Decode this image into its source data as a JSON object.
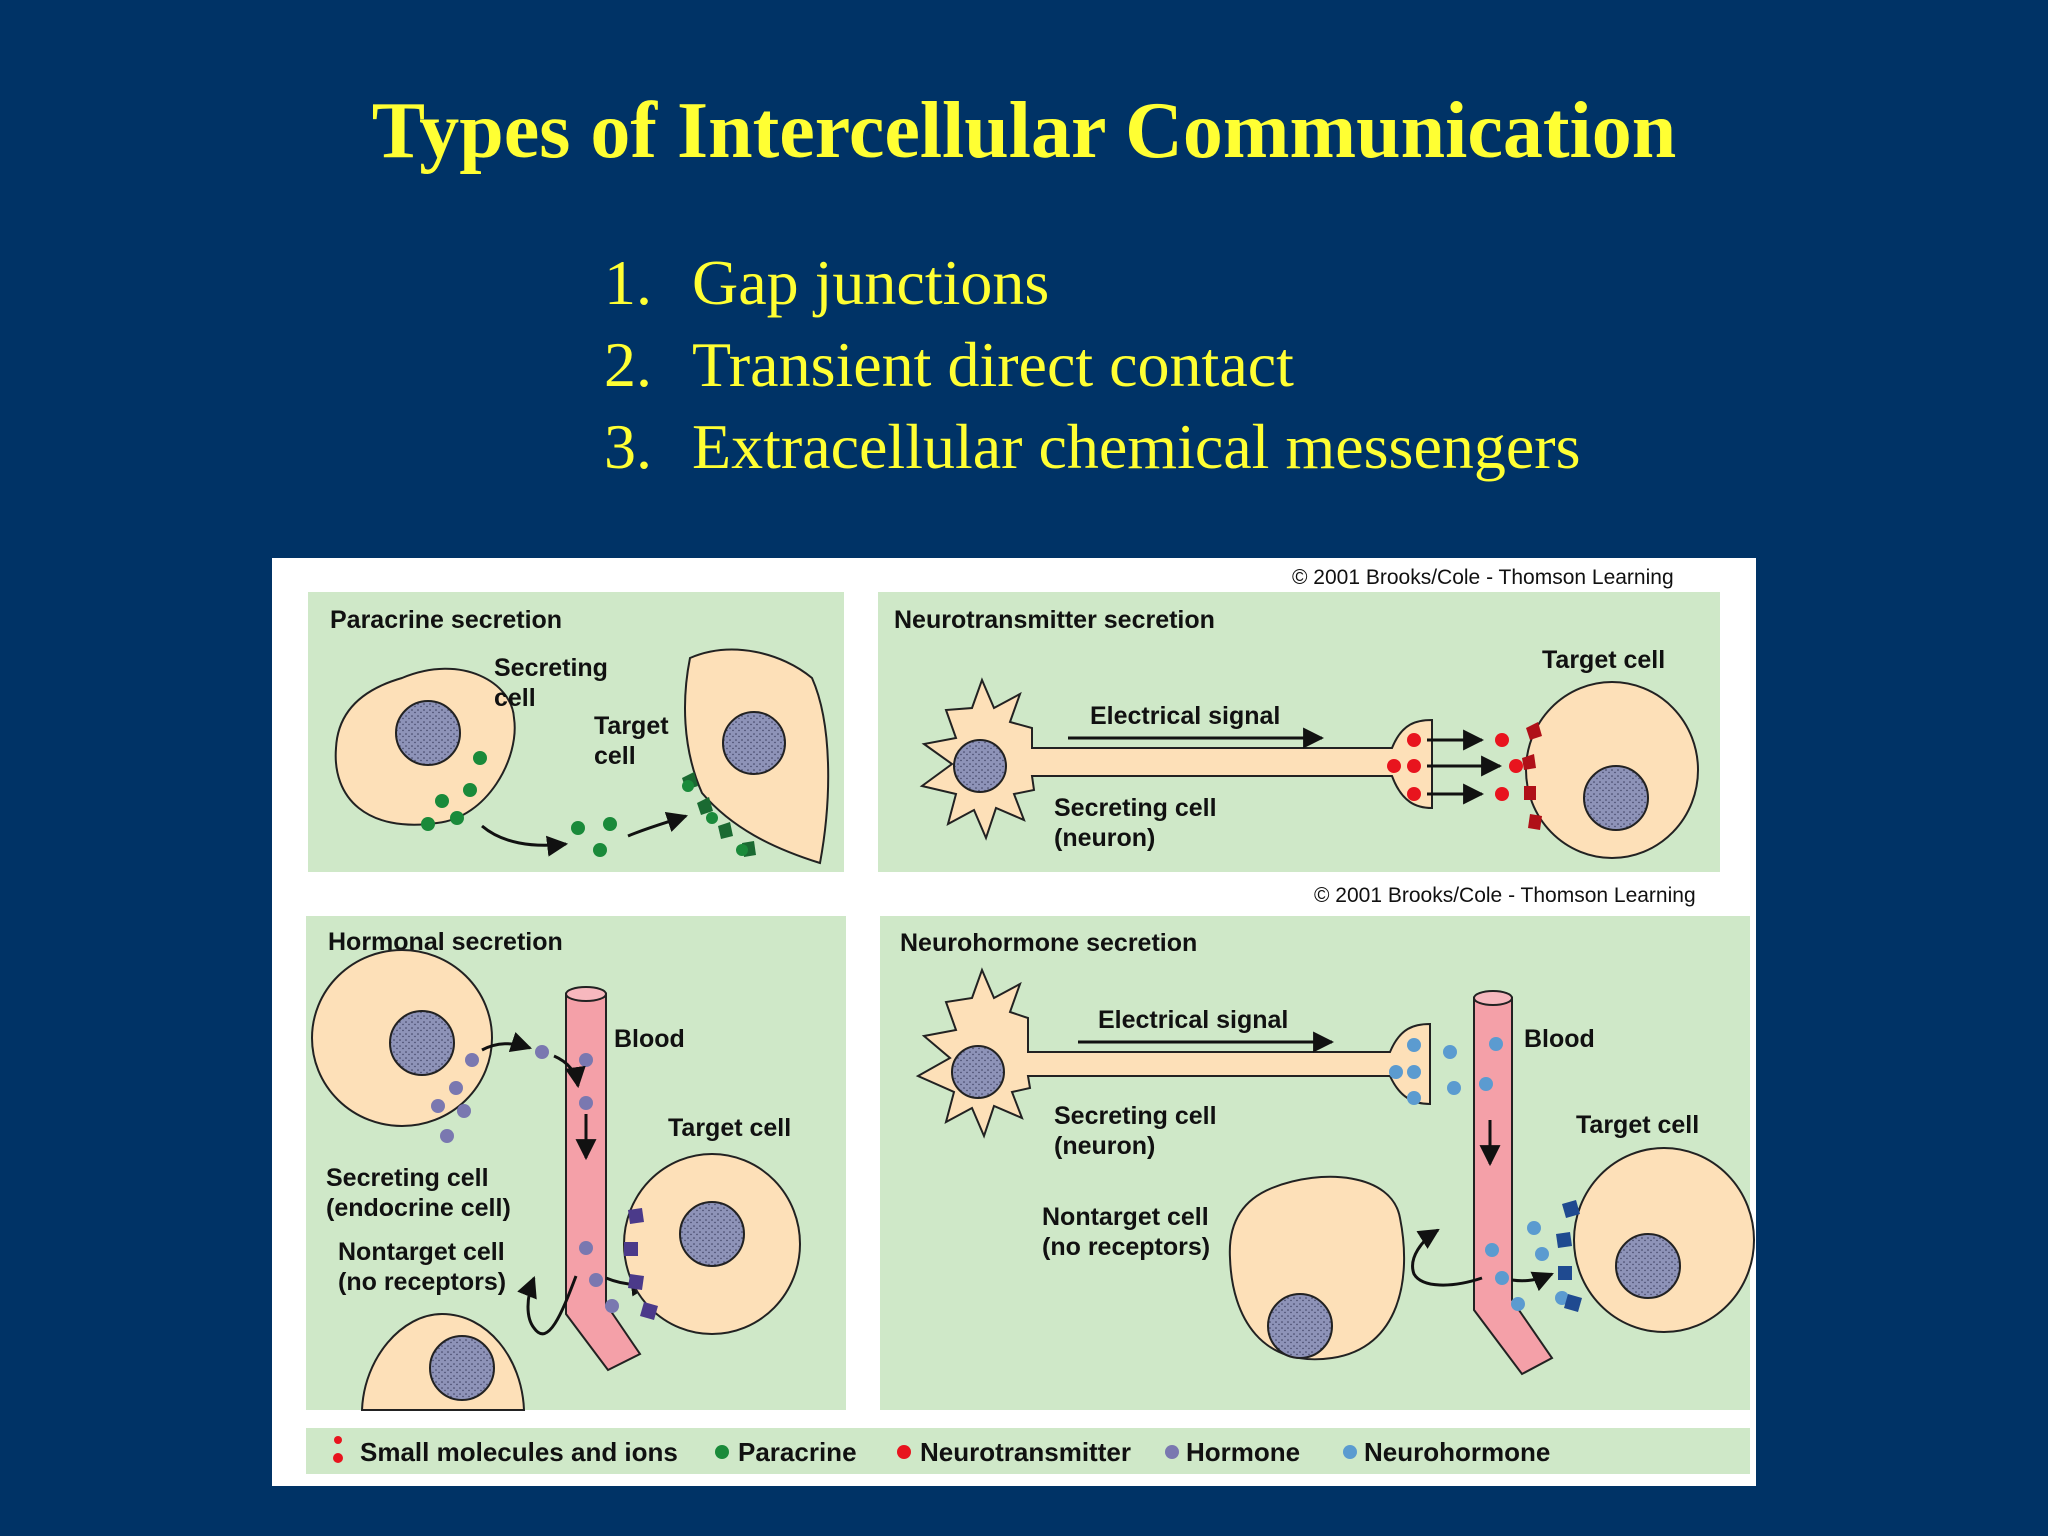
{
  "slide": {
    "title": "Types of Intercellular Communication",
    "items": [
      {
        "num": "1.",
        "text": "Gap junctions"
      },
      {
        "num": "2.",
        "text": "Transient direct contact"
      },
      {
        "num": "3.",
        "text": "Extracellular chemical messengers"
      }
    ]
  },
  "figure": {
    "copyright": "© 2001 Brooks/Cole - Thomson Learning",
    "paracrine": {
      "title": "Paracrine secretion",
      "secreting_1": "Secreting",
      "secreting_2": "cell",
      "target_1": "Target",
      "target_2": "cell"
    },
    "neurotransmitter": {
      "title": "Neurotransmitter secretion",
      "electrical": "Electrical signal",
      "secreting_1": "Secreting cell",
      "secreting_2": "(neuron)",
      "target": "Target cell"
    },
    "hormonal": {
      "title": "Hormonal secretion",
      "blood": "Blood",
      "target": "Target cell",
      "secreting_1": "Secreting cell",
      "secreting_2": "(endocrine cell)",
      "nontarget_1": "Nontarget cell",
      "nontarget_2": "(no receptors)"
    },
    "neurohormone": {
      "title": "Neurohormone secretion",
      "electrical": "Electrical signal",
      "blood": "Blood",
      "secreting_1": "Secreting cell",
      "secreting_2": "(neuron)",
      "target": "Target cell",
      "nontarget_1": "Nontarget cell",
      "nontarget_2": "(no receptors)"
    },
    "legend": {
      "small": "Small molecules and ions",
      "paracrine": "Paracrine",
      "neurotransmitter": "Neurotransmitter",
      "hormone": "Hormone",
      "neurohormone": "Neurohormone"
    },
    "colors": {
      "panel": "#cfe8c8",
      "cell": "#fde0b8",
      "nucleus": "#8e93b8",
      "blood": "#f4a0a8",
      "paracrine": "#1a8a3a",
      "neurotransmitter": "#e8141e",
      "hormone": "#7a78b0",
      "neurohormone": "#5b9bd0"
    }
  }
}
